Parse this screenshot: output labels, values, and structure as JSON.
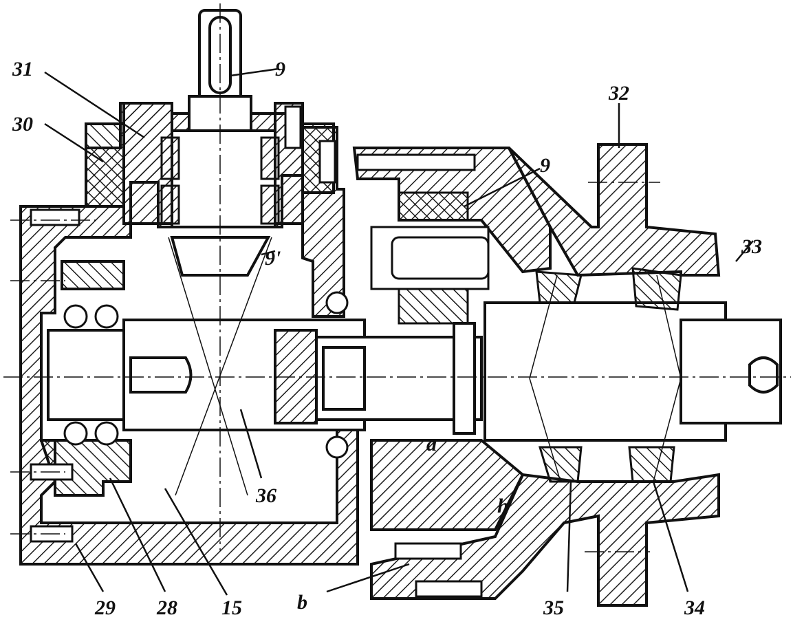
{
  "colors": {
    "ink": "#111111",
    "paper": "#ffffff",
    "hatch": "#1a1a1a"
  },
  "labels": {
    "l31": "31",
    "l30": "30",
    "l9top": "9",
    "l9right": "9",
    "l9prime": "9'",
    "l32": "32",
    "l33": "33",
    "l36": "36",
    "la": "a",
    "lh": "h",
    "lb": "b",
    "l29": "29",
    "l28": "28",
    "l15": "15",
    "l35": "35",
    "l34": "34"
  }
}
